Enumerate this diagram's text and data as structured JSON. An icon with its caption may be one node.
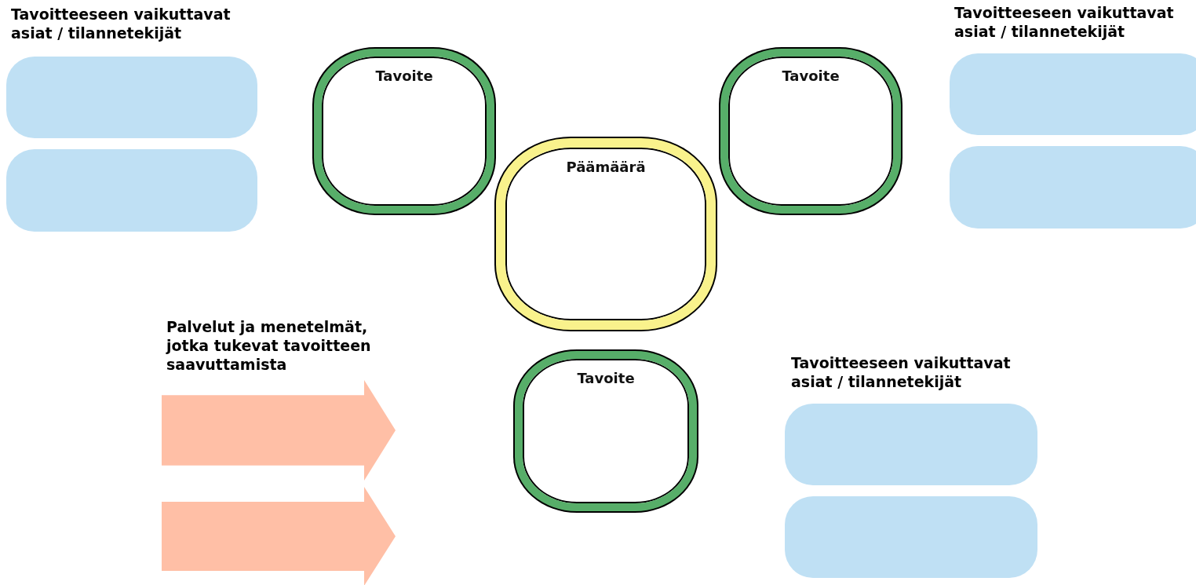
{
  "diagram": {
    "nodes": [
      {
        "text": [],
        "shape": "box"
      },
      {
        "text": [
          "Tavoite"
        ]
      },
      {
        "text": [
          "Tavoite"
        ]
      },
      {
        "text": [],
        "shape": "box"
      },
      {
        "text": [],
        "shape": "box"
      },
      {
        "text": [
          "Päämäärä"
        ]
      },
      {
        "text": [],
        "shape": "box"
      },
      {
        "text": [
          "Tavoite"
        ]
      },
      {
        "text": [],
        "shape": "arrow"
      },
      {
        "text": [],
        "shape": "box"
      },
      {
        "text": [],
        "shape": "arrow"
      },
      {
        "text": [],
        "shape": "box"
      }
    ],
    "labels": [
      "Tavoitteeseen vaikuttavat asiat / tilannetekijät",
      "Tavoitteeseen vaikuttavat asiat / tilannetekijät",
      "Palvelut ja menetelmät, jotka tukevat tavoitteen saavuttamista",
      "Tavoitteeseen vaikuttavat asiat / tilannetekijät"
    ]
  }
}
